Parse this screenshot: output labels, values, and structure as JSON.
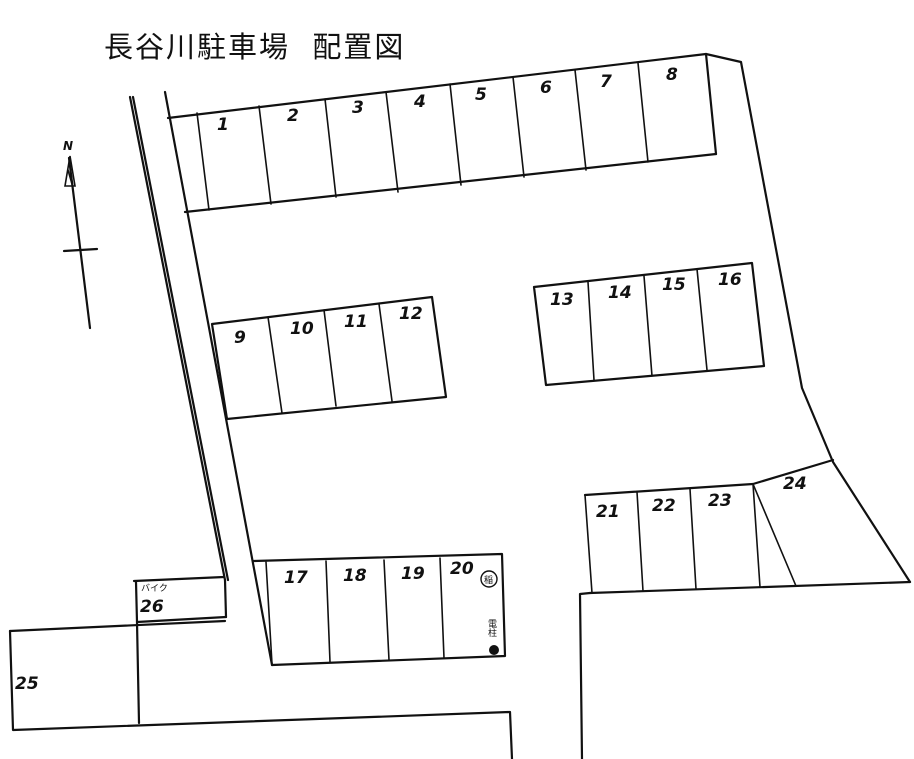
{
  "title": "長谷川駐車場  配置図",
  "compass": {
    "label": "N",
    "icon": "north-arrow-icon"
  },
  "parking_rows": [
    {
      "name": "row-top",
      "slots": [
        "1",
        "2",
        "3",
        "4",
        "5",
        "6",
        "7",
        "8"
      ]
    },
    {
      "name": "row-middle-left",
      "slots": [
        "9",
        "10",
        "11",
        "12"
      ]
    },
    {
      "name": "row-middle-right",
      "slots": [
        "13",
        "14",
        "15",
        "16"
      ]
    },
    {
      "name": "row-bottom-left",
      "slots": [
        "17",
        "18",
        "19",
        "20"
      ]
    },
    {
      "name": "row-bottom-right",
      "slots": [
        "21",
        "22",
        "23",
        "24"
      ]
    }
  ],
  "extra_slots": {
    "s25": "25",
    "s26": "26",
    "s26_note": "バイク"
  },
  "markers": {
    "circled_mark": "稲",
    "pole_label": "電柱"
  }
}
